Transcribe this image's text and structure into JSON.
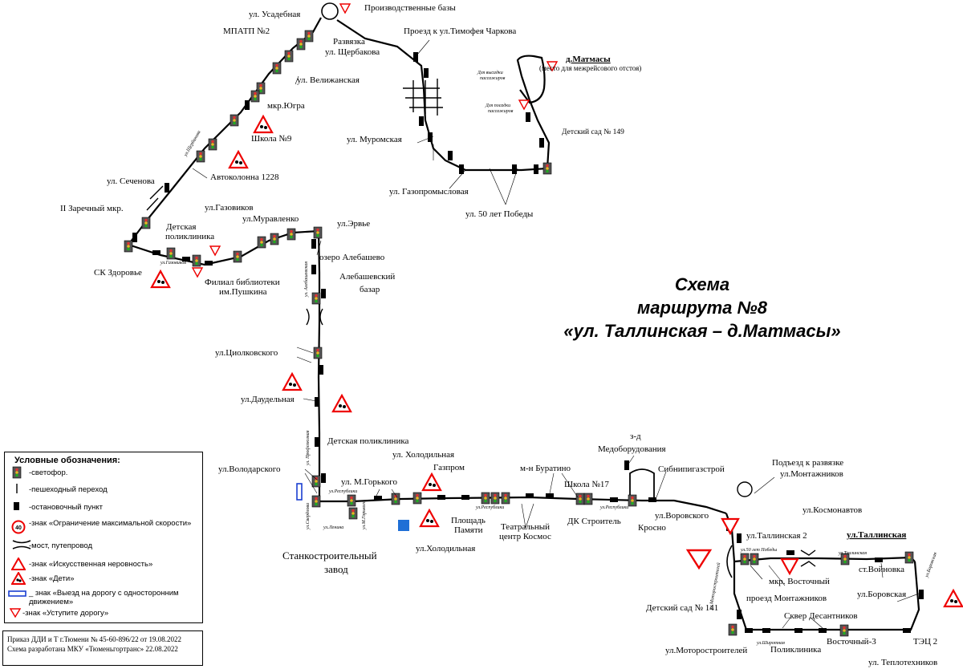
{
  "title": {
    "line1": "Схема",
    "line2": "маршрута №8",
    "line3": "«ул. Таллинская – д.Матмасы»"
  },
  "legend": {
    "header": "Условные обозначения:",
    "items": [
      "-светофор.",
      "-пешеходный переход",
      "-остановочный пункт",
      "-знак «Ограничение максимальной скорости»",
      "-мост, путепровод",
      "-знак «Искусственная неровность»",
      "-знак «Дети»",
      "_ знак «Выезд на дорогу с односторонним движением»",
      "-знак «Уступите дорогу»"
    ],
    "speed_value": "40"
  },
  "order": {
    "line1": "Приказ ДДИ и Т г.Тюмени № 45-60-896/22 от 19.08.2022",
    "line2": "Схема разработана МКУ «Тюменьгортранс» 22.08.2022"
  },
  "labels": {
    "usadebnaya": "ул. Усадебная",
    "proizv": "Производственные базы",
    "mpatp": "МПАТП №2",
    "razvyazka1": "Развязка",
    "razvyazka2": "ул. Щербакова",
    "proezd_charkova": "Проезд к ул.Тимофея Чаркова",
    "matmasy": "д.Матмасы",
    "matmasy_note": "(место для межрейсового отстоя)",
    "vysadka1": "Для высадки",
    "vysadka2": "пассажиров",
    "posadka1": "Для посадки",
    "posadka2": "пассажиров",
    "velizhanskaya": "ул. Велижанская",
    "ugra": "мкр.Югра",
    "school9": "Школа №9",
    "detsad149": "Детский сад № 149",
    "muromskaya": "ул. Муромская",
    "avtokolonna": "Автоколонна 1228",
    "sechenova": "ул. Сеченова",
    "gazpromysl": "ул. Газопромысловая",
    "50let": "ул. 50 лет Победы",
    "zarechny": "II Заречный мкр.",
    "gazovikov": "ул.Газовиков",
    "muravlenko": "ул.Муравленко",
    "ervye": "ул.Эрвье",
    "det_pol1": "Детская",
    "det_pol2": "поликлиника",
    "ozero": "озеро Алебашево",
    "sk": "СК Здоровье",
    "filial1": "Филиал библиотеки",
    "filial2": "им.Пушкина",
    "bazar1": "Алебашевский",
    "bazar2": "базар",
    "ciolk": "ул.Циолковского",
    "daudelnaya": "ул.Даудельная",
    "det_pol_b": "Детская поликлиника",
    "holodilnaya_t": "ул. Холодильная",
    "volodarskogo": "ул.Володарского",
    "gorkogo": "ул. М.Горького",
    "gazprom": "Газпром",
    "buratino": "м-н Буратино",
    "zd1": "з-д",
    "zd2": "Медоборудования",
    "sibnipi": "Сибнипигазстрой",
    "podezd1": "Подъезд к развязке",
    "podezd2": "ул.Монтажников",
    "school17": "Школа №17",
    "ploshad1": "Площадь",
    "ploshad2": "Памяти",
    "teatr1": "Театральный",
    "teatr2": "центр Космос",
    "dk": "ДК Строитель",
    "krosno": "Кросно",
    "vorovskogo": "ул.Воровского",
    "kosmonavtov": "ул.Космонавтов",
    "tallinskaya2": "ул.Таллинская 2",
    "tallinskaya": "ул.Таллинская",
    "holodilnaya_b": "ул.Холодильная",
    "stanko1": "Станкостроительный",
    "stanko2": "завод",
    "vostochny": "мкр. Восточный",
    "voinovka": "ст.Войновка",
    "proezd_mont": "проезд Монтажников",
    "borovskaya": "ул.Боровская",
    "detsad141": "Детский сад № 141",
    "skver": "Сквер Десантников",
    "motorostr": "ул.Моторостроителей",
    "poliklinika": "Поликлиника",
    "vostochny3": "Восточный-3",
    "tec2": "ТЭЦ 2",
    "teplotehn": "ул. Теплотехников"
  },
  "streets": {
    "scherbakova": "ул.Щербакова",
    "gazovikov_s": "ул.Газовиков",
    "alebashevskaya": "ул. Алебашевская",
    "profsoyuznaya": "ул. Профсоюзная",
    "sverdlova": "ул.Свердлова",
    "respubliki1": "ул.Республики",
    "respubliki2": "ул.Республики",
    "respubliki3": "ул.Республики",
    "lenina": "ул.Ленина",
    "gorkogo_s": "ул.М.Горького",
    "pobedy50": "ул.50 лет Победы",
    "tallinskaya_s": "ул.Таллинская",
    "borovskaya_s": "ул.Боровская",
    "motorostr_s": "ул.Моторостроителей",
    "shirotnaya": "ул.Широтная"
  }
}
